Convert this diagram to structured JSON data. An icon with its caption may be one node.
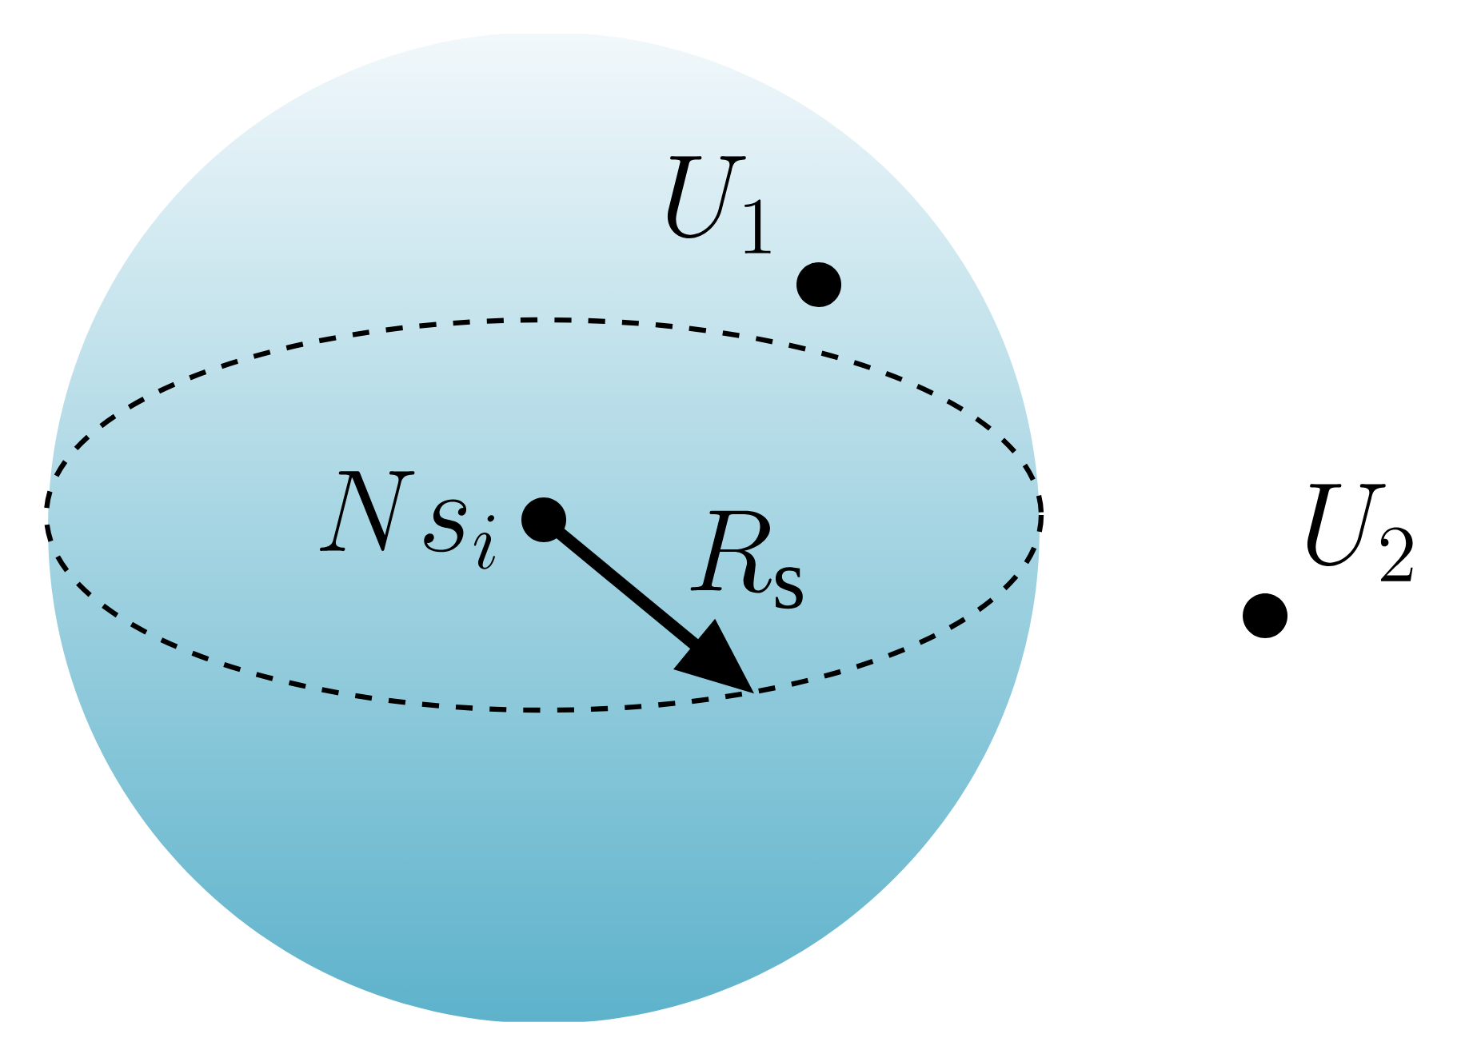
{
  "diagram": {
    "nodes": [
      {
        "text": [],
        "shape": "circle",
        "beside": [
          "U_{1}"
        ]
      },
      {
        "text": [],
        "shape": "circle",
        "beside": [
          "Ns_{i}"
        ]
      },
      {
        "text": [],
        "shape": "circle",
        "beside": [
          "U_{2}"
        ]
      }
    ],
    "labels": [
      "R_{\\mathrm{s}}"
    ]
  }
}
